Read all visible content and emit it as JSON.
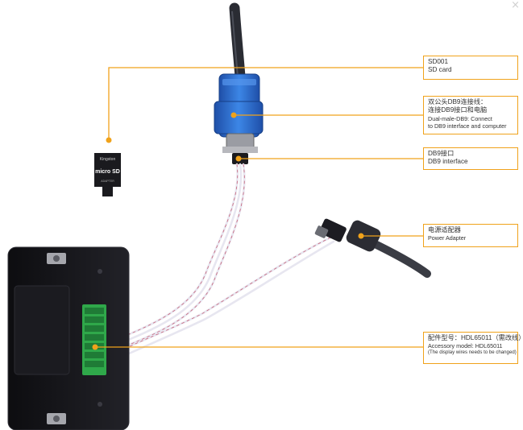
{
  "close_icon_glyph": "×",
  "colors": {
    "accent": "#f0a21b",
    "panel": "#16161a",
    "connector": "#2d6fd6",
    "terminal": "#2fa84a"
  },
  "sd_card": {
    "brand": "Kingston",
    "logo": "micro SD",
    "small": "ADAPTER"
  },
  "callouts": {
    "sd": {
      "lines": [
        "SD001",
        "SD card"
      ]
    },
    "db9_cable": {
      "lines": [
        "双公头DB9连接线：",
        "连接DB9接口和电脑",
        "Dual-male-DB9: Connect",
        "to DB9 interface and computer"
      ]
    },
    "db9_port": {
      "lines": [
        "DB9接口",
        "DB9 interface"
      ]
    },
    "power": {
      "lines": [
        "电源适配器",
        "Power Adapter"
      ]
    },
    "accessory": {
      "lines": [
        "配件型号：HDL65011（需改线）",
        "Accessory model: HDL65011",
        "(The display wires needs to be changed)"
      ]
    }
  }
}
